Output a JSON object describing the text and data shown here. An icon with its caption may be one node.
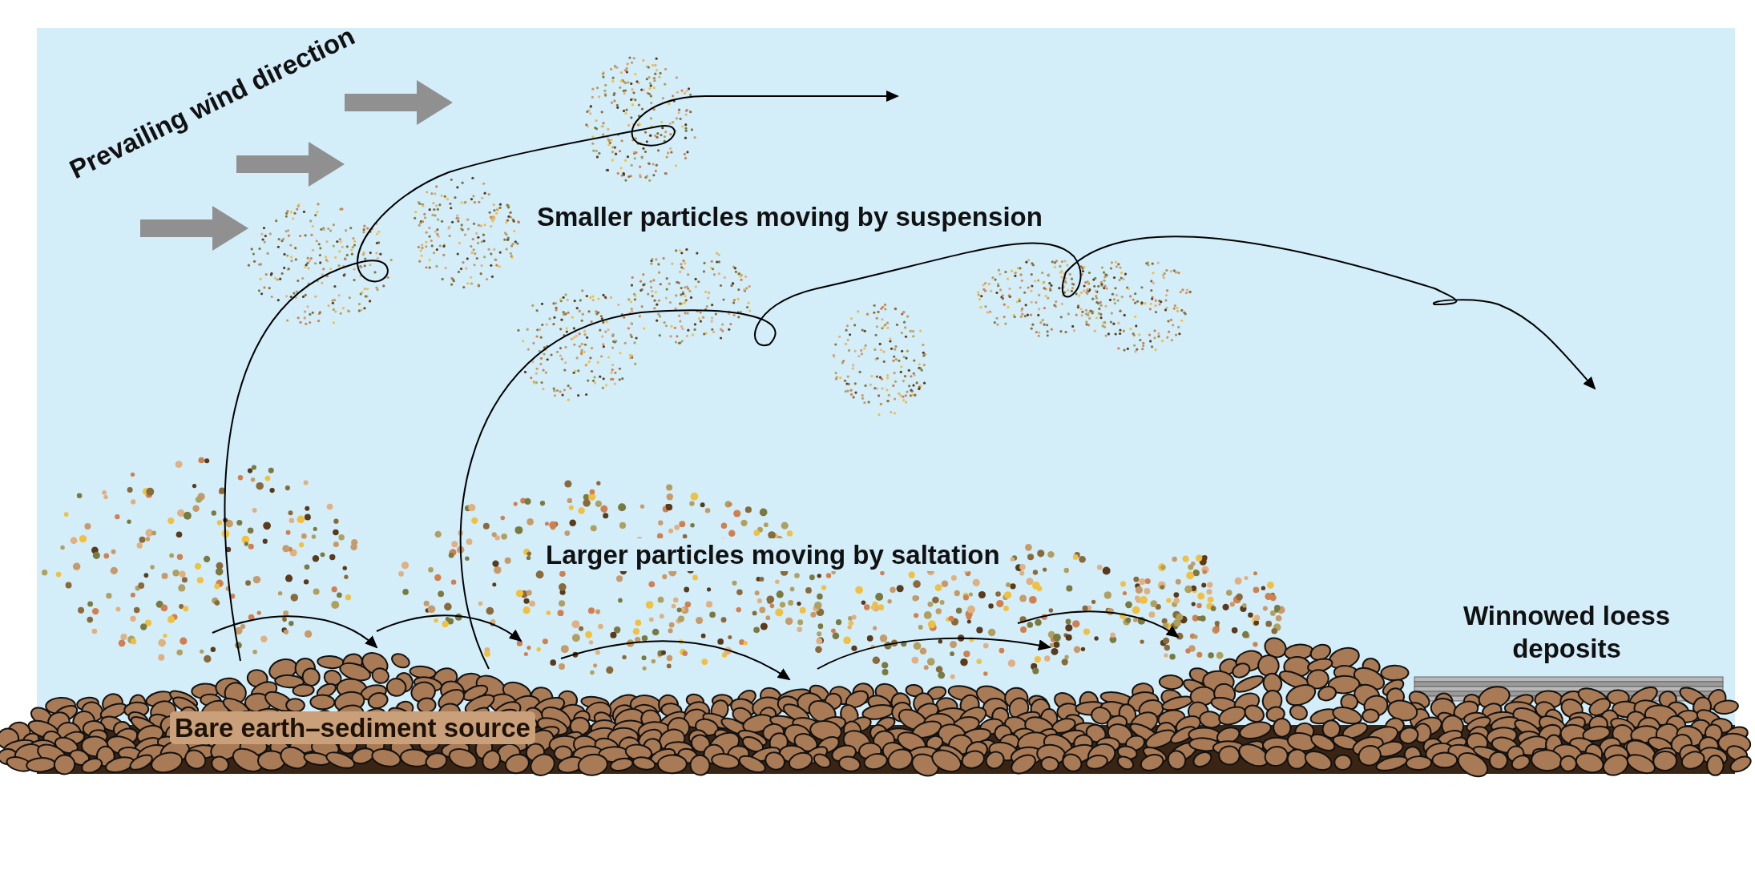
{
  "diagram": {
    "labels": [
      "Prevailing wind direction",
      "Smaller particles moving by suspension",
      "Larger particles moving by saltation",
      "Bare earth–sediment source",
      "Winnowed loess deposits"
    ]
  }
}
